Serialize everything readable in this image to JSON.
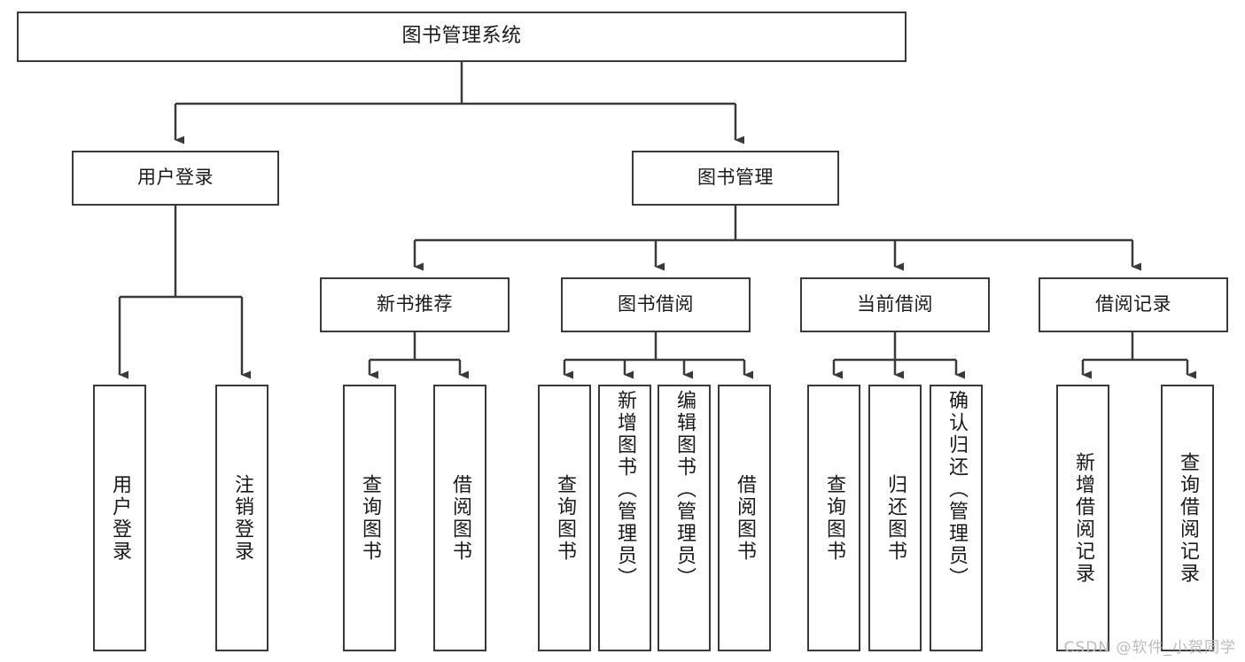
{
  "diagram": {
    "title": "图书管理系统",
    "watermark": "CSDN @软件_小贺同学",
    "nodes": {
      "root": "图书管理系统",
      "level2": {
        "user_login": "用户登录",
        "book_manage": "图书管理"
      },
      "level3": {
        "new_book_rec": "新书推荐",
        "book_borrow": "图书借阅",
        "current_borrow": "当前借阅",
        "borrow_record": "借阅记录"
      },
      "leaves": {
        "user_login_1": "用户登录",
        "user_login_2": "注销登录",
        "new_book_rec_1": "查询图书",
        "new_book_rec_2": "借阅图书",
        "book_borrow_1": "查询图书",
        "book_borrow_2": "新增图书（管理员）",
        "book_borrow_3": "编辑图书（管理员）",
        "book_borrow_4": "借阅图书",
        "current_borrow_1": "查询图书",
        "current_borrow_2": "归还图书",
        "current_borrow_3": "确认归还（管理员）",
        "borrow_record_1": "新增借阅记录",
        "borrow_record_2": "查询借阅记录"
      }
    },
    "colors": {
      "stroke": "#3a3a3a",
      "fill": "#ffffff",
      "text": "#1a1a1a",
      "watermark": "#bcbcbc"
    }
  }
}
